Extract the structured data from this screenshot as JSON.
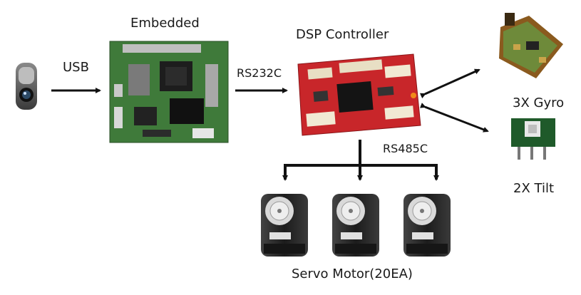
{
  "labels": {
    "usb": "USB",
    "embedded": "Embedded",
    "rs232c": "RS232C",
    "dsp_controller": "DSP Controller",
    "rs485c": "RS485C",
    "gyro": "3X Gyro",
    "tilt": "2X Tilt",
    "servo": "Servo Motor(20EA)"
  },
  "colors": {
    "arrow": "#111111",
    "embedded_pcb": "#3f7a3a",
    "dsp_pcb": "#c8262a",
    "servo_body": "#2a2a2a",
    "gyro_pcb": "#8a5a1e",
    "tilt_pcb": "#1f5a2a"
  }
}
